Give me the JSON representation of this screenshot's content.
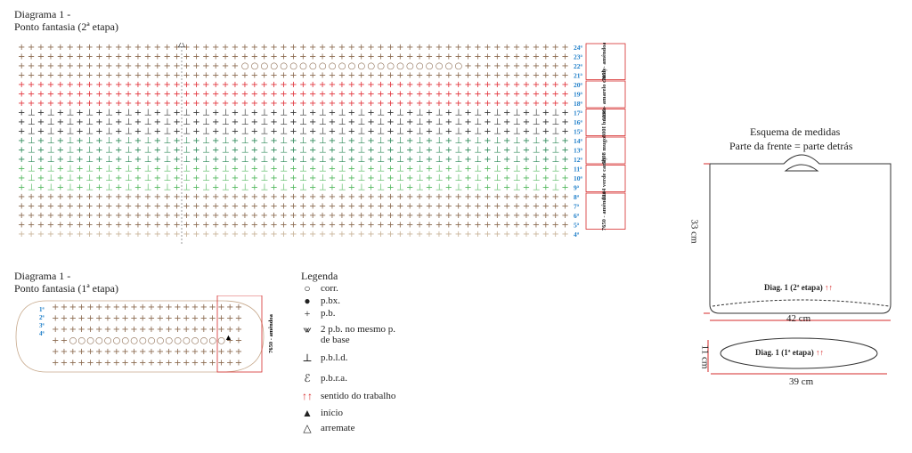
{
  "diagram2": {
    "title_line1": "Diagrama 1 -",
    "title_line2": "Ponto fantasia (2ª etapa)",
    "row_labels": [
      "24ª",
      "23ª",
      "22ª",
      "21ª",
      "20ª",
      "19ª",
      "18ª",
      "17ª",
      "16ª",
      "15ª",
      "14ª",
      "13ª",
      "12ª",
      "11ª",
      "10ª",
      "9ª",
      "8ª",
      "7ª",
      "6ª",
      "5ª",
      "4ª"
    ],
    "color_groups": [
      {
        "label": "7650 - amêndoa",
        "color": "#8b6a4f"
      },
      {
        "label": "1236 - amarelo candy",
        "color": "#e2333b"
      },
      {
        "label": "800I branco",
        "color": "#333333"
      },
      {
        "label": "5398 mugo",
        "color": "#2f8a5a"
      },
      {
        "label": "2204 verde candy",
        "color": "#54b85f"
      },
      {
        "label": "7650 - amêndoa",
        "color": "#8b6a4f"
      }
    ]
  },
  "diagram1": {
    "title_line1": "Diagrama 1 -",
    "title_line2": "Ponto fantasia (1ª etapa)",
    "row_labels": [
      "1ª",
      "2ª",
      "3ª",
      "4ª"
    ],
    "color_label": "7650 - amêndoa"
  },
  "legend": {
    "title": "Legenda",
    "items": [
      {
        "icon": "chain-icon",
        "symbol": "○",
        "label": "corr."
      },
      {
        "icon": "slip-stitch-icon",
        "symbol": "●",
        "label": "p.bx."
      },
      {
        "icon": "single-crochet-icon",
        "symbol": "+",
        "label": "p.b."
      },
      {
        "icon": "two-sc-same-stitch-icon",
        "symbol": "⩖",
        "label": "2 p.b. no mesmo p.\nde base"
      },
      {
        "icon": "sc-back-loop-icon",
        "symbol": "⊥",
        "label": "p.b.l.d."
      },
      {
        "icon": "sc-front-post-icon",
        "symbol": "ℰ",
        "label": "p.b.r.a."
      },
      {
        "icon": "direction-arrows-icon",
        "symbol": "↑↑",
        "label": "sentido do trabalho"
      },
      {
        "icon": "start-icon",
        "symbol": "▲",
        "label": "início"
      },
      {
        "icon": "finish-icon",
        "symbol": "△",
        "label": "arremate"
      }
    ]
  },
  "schema": {
    "title_line1": "Esquema de medidas",
    "title_line2": "Parte da frente = parte detrás",
    "height": "33 cm",
    "width": "42 cm",
    "base_height": "11 cm",
    "base_width": "39 cm",
    "diag2_label": "Diag. 1 (2ª etapa)",
    "diag1_label": "Diag. 1 (1ª etapa)",
    "arrows": "↑↑"
  }
}
